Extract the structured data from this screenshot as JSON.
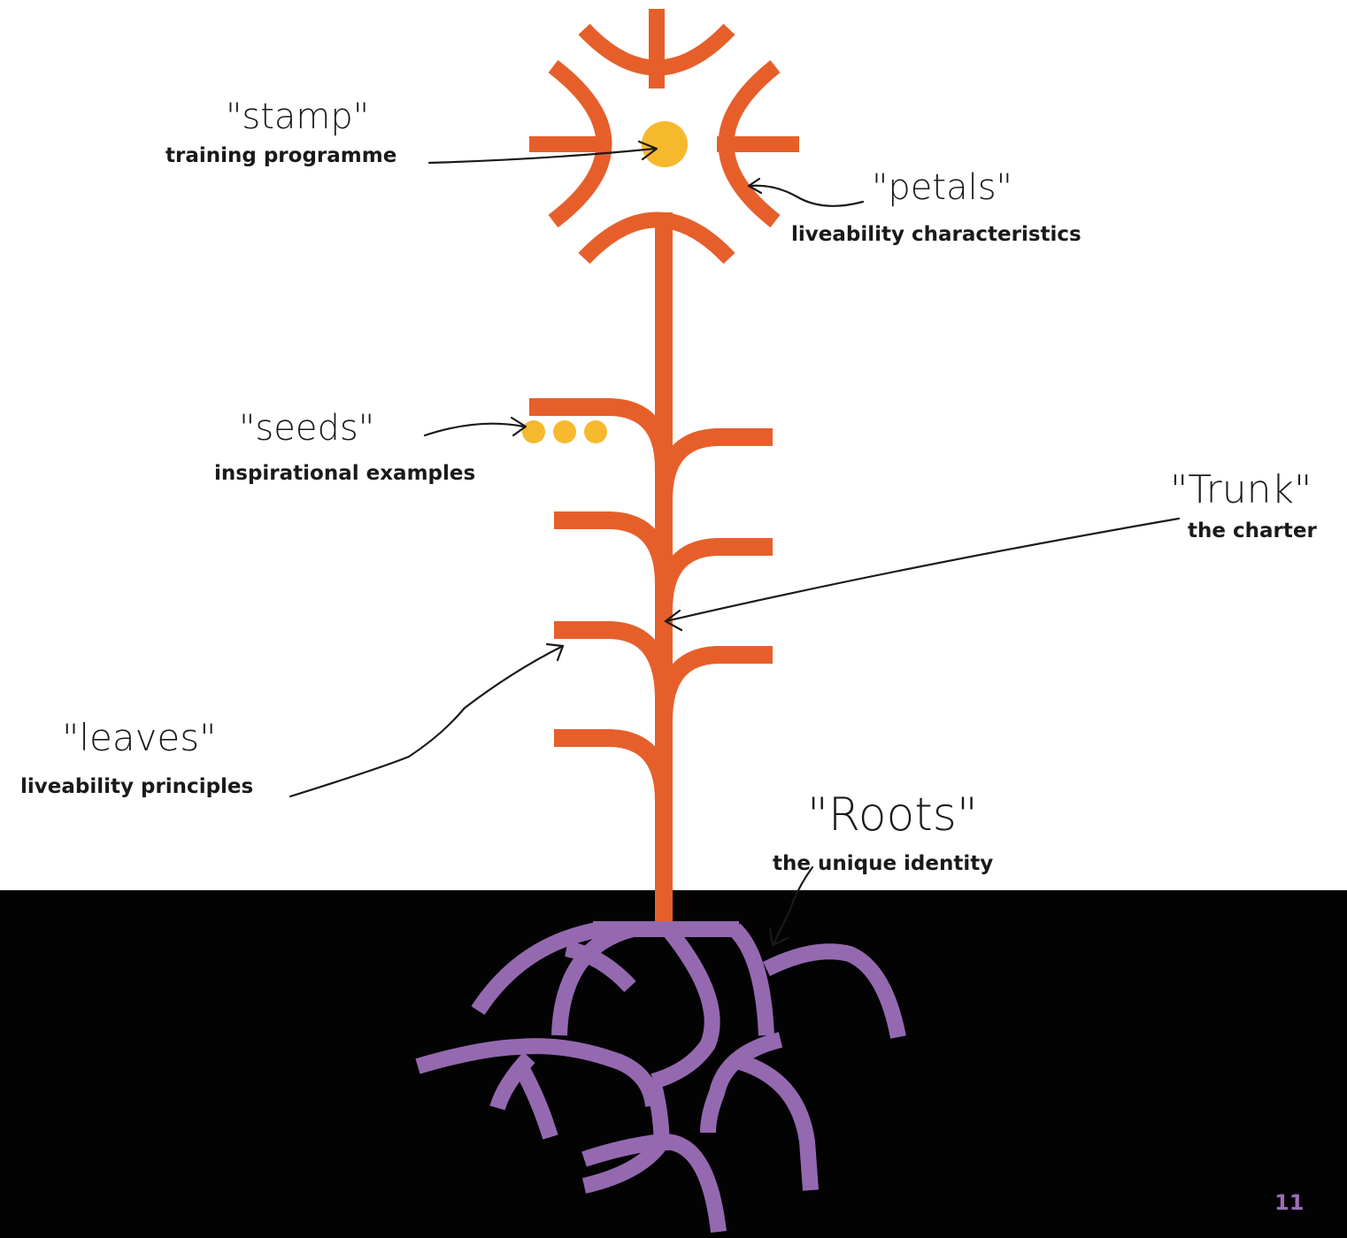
{
  "colors": {
    "plant": "#e65f2b",
    "seed": "#f6b92e",
    "roots": "#9569b0",
    "ground": "#030303",
    "ink": "#1a1a1a",
    "page_number": "#9b6db5"
  },
  "labels": {
    "stamp": {
      "script": "\"stamp\"",
      "caption": "training programme"
    },
    "petals": {
      "script": "\"petals\"",
      "caption": "liveability characteristics"
    },
    "seeds": {
      "script": "\"seeds\"",
      "caption": "inspirational examples"
    },
    "trunk": {
      "script": "\"Trunk\"",
      "caption": "the charter"
    },
    "leaves": {
      "script": "\"leaves\"",
      "caption": "liveability principles"
    },
    "roots": {
      "script": "\"Roots\"",
      "caption": "the unique identity"
    }
  },
  "page_number": "11"
}
